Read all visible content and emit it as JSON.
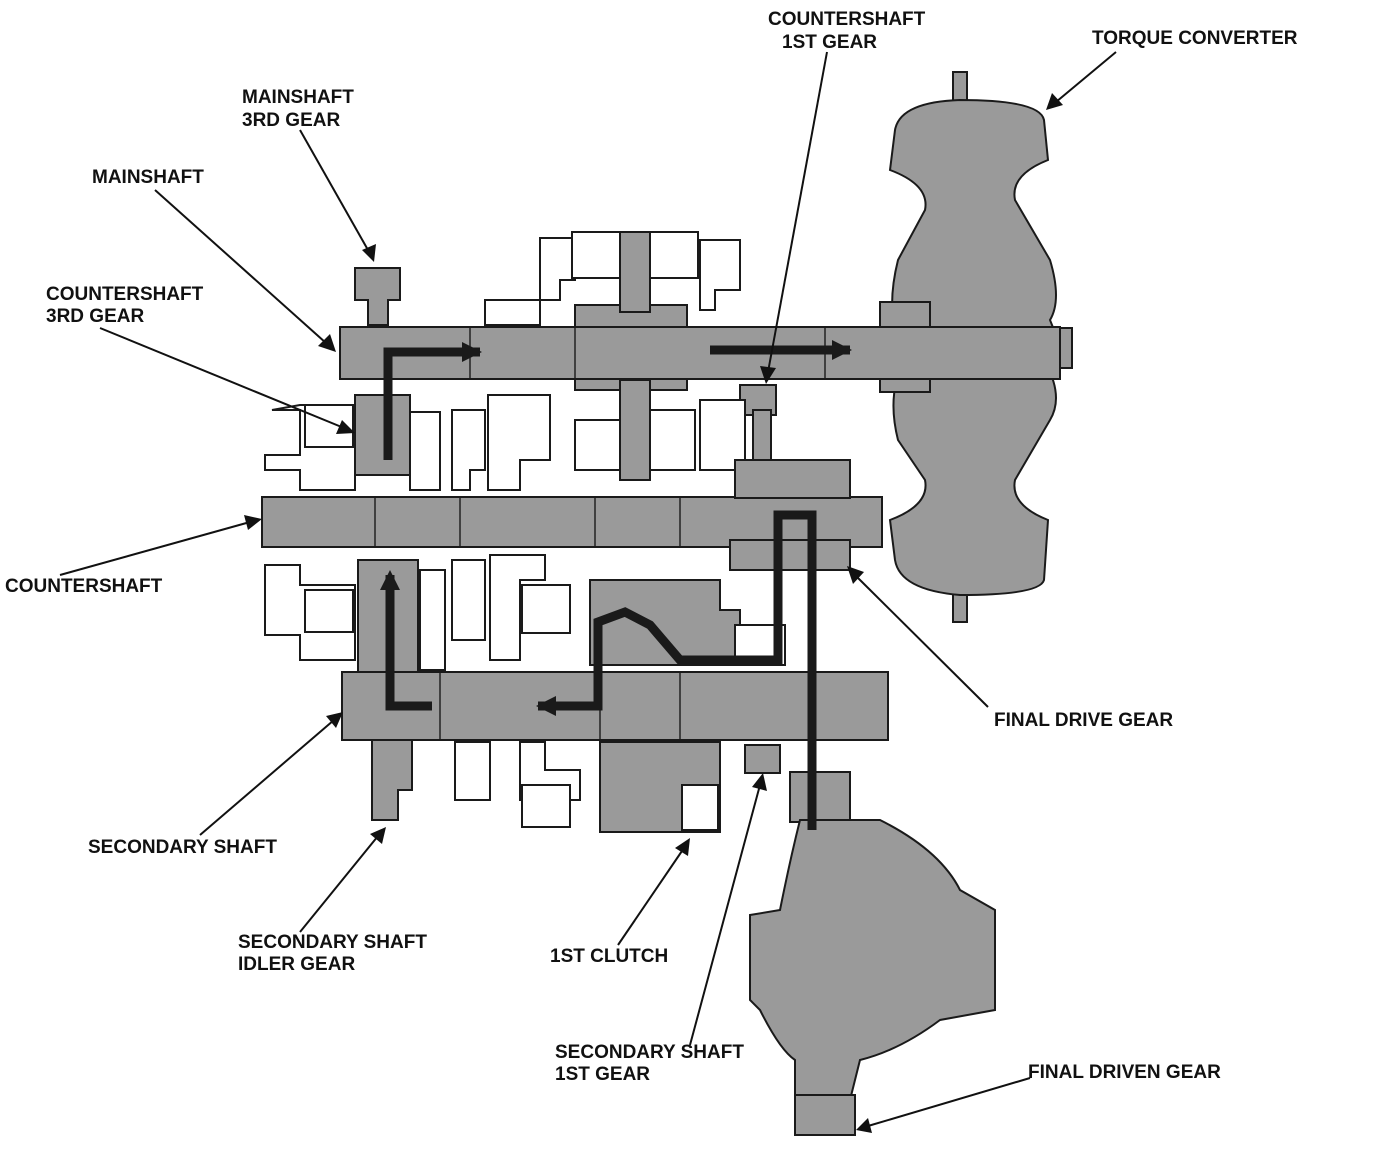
{
  "labels": {
    "countershaft_1st_gear": [
      "COUNTERSHAFT",
      "1ST GEAR"
    ],
    "torque_converter": [
      "TORQUE CONVERTER"
    ],
    "mainshaft_3rd_gear": [
      "MAINSHAFT",
      "3RD GEAR"
    ],
    "mainshaft": [
      "MAINSHAFT"
    ],
    "countershaft_3rd_gear": [
      "COUNTERSHAFT",
      "3RD GEAR"
    ],
    "countershaft": [
      "COUNTERSHAFT"
    ],
    "final_drive_gear": [
      "FINAL DRIVE GEAR"
    ],
    "secondary_shaft": [
      "SECONDARY SHAFT"
    ],
    "secondary_shaft_idler_gear": [
      "SECONDARY SHAFT",
      "IDLER GEAR"
    ],
    "first_clutch": [
      "1ST CLUTCH"
    ],
    "secondary_shaft_1st_gear": [
      "SECONDARY SHAFT",
      "1ST GEAR"
    ],
    "final_driven_gear": [
      "FINAL DRIVEN GEAR"
    ]
  },
  "colors": {
    "part_fill": "#9a9a9a",
    "outline": "#1a1a1a",
    "background": "#ffffff"
  }
}
